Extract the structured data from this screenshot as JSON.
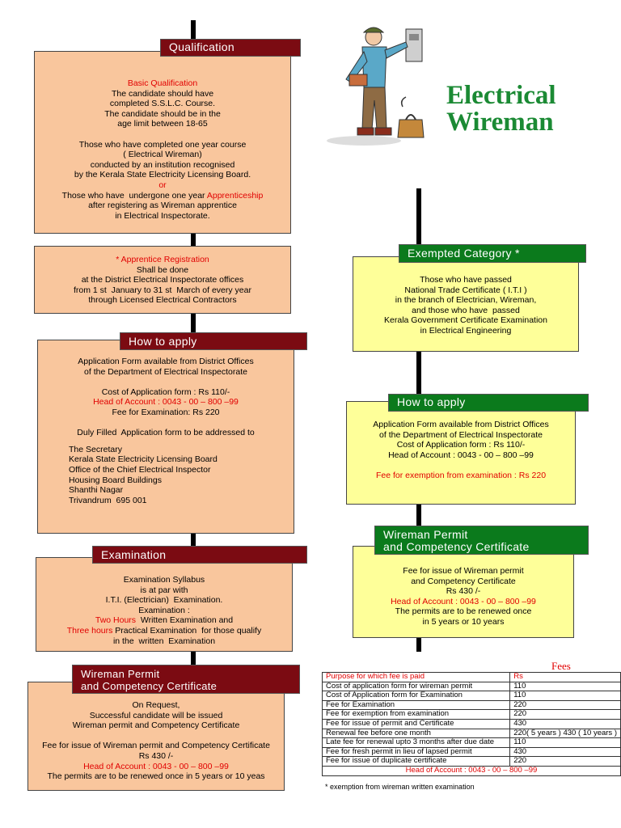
{
  "title": {
    "line1": "Electrical",
    "line2": "Wireman"
  },
  "illustration": {
    "icon": "electrician-wireman-icon"
  },
  "left": {
    "qualification": {
      "header": "Qualification",
      "lines": [
        {
          "t": "Basic Qualification",
          "red": true
        },
        {
          "t": "The candidate should have"
        },
        {
          "t": "completed S.S.L.C. Course."
        },
        {
          "t": "The candidate should be in the"
        },
        {
          "t": "age limit between 18-65"
        },
        {
          "t": ""
        },
        {
          "t": "Those who have completed one year course"
        },
        {
          "t": "( Electrical Wireman)"
        },
        {
          "t": "conducted by an institution recognised"
        },
        {
          "t": "by the Kerala State Electricity Licensing Board."
        },
        {
          "t": "or",
          "red": true
        },
        {
          "parts": [
            {
              "t": "Those who have  undergone one year "
            },
            {
              "t": "Apprenticeship",
              "red": true
            }
          ]
        },
        {
          "t": "after registering as Wireman apprentice"
        },
        {
          "t": "in Electrical Inspectorate."
        }
      ]
    },
    "apprentice": {
      "lines": [
        {
          "t": "* Apprentice Registration",
          "red": true
        },
        {
          "t": "Shall be done"
        },
        {
          "t": "at the District Electrical Inspectorate offices"
        },
        {
          "t": "from 1 st  January to 31 st  March of every year"
        },
        {
          "t": "through Licensed Electrical Contractors"
        }
      ]
    },
    "how_to_apply": {
      "header": "How to apply",
      "lines_center": [
        {
          "t": "Application Form available from District Offices"
        },
        {
          "t": "of the Department of Electrical Inspectorate"
        },
        {
          "t": ""
        },
        {
          "t": "Cost of Application form : Rs 110/-"
        },
        {
          "t": "Head of Account : 0043 - 00 – 800 –99",
          "red": true
        },
        {
          "t": "Fee for Examination: Rs 220"
        },
        {
          "t": ""
        },
        {
          "t": "Duly Filled  Application form to be addressed to"
        }
      ],
      "address": [
        "The Secretary",
        "Kerala State Electricity Licensing Board",
        "Office of the Chief Electrical Inspector",
        "Housing Board Buildings",
        "Shanthi Nagar",
        "Trivandrum  695 001"
      ]
    },
    "examination": {
      "header": "Examination",
      "lines": [
        {
          "t": "Examination Syllabus"
        },
        {
          "t": "is at par with"
        },
        {
          "t": "I.T.I. (Electrician)  Examination."
        },
        {
          "t": "Examination :"
        },
        {
          "parts": [
            {
              "t": "Two Hours",
              "red": true
            },
            {
              "t": "  Written Examination and"
            }
          ]
        },
        {
          "parts": [
            {
              "t": "Three hours",
              "red": true
            },
            {
              "t": " Practical Examination  for those qualify"
            }
          ]
        },
        {
          "t": "in the  written  Examination"
        }
      ]
    },
    "permit": {
      "header_line1": "Wireman Permit",
      "header_line2": "and Competency Certificate",
      "lines": [
        {
          "t": "On Request,"
        },
        {
          "t": "Successful candidate will be issued"
        },
        {
          "t": "Wireman permit and Competency Certificate"
        },
        {
          "t": ""
        },
        {
          "t": "Fee for issue of Wireman permit and Competency Certificate"
        },
        {
          "t": "Rs 430 /-"
        },
        {
          "t": "Head of Account : 0043 - 00 – 800 –99",
          "red": true
        },
        {
          "t": "The permits are to be renewed once in 5 years or 10 yeas"
        }
      ]
    }
  },
  "right": {
    "exempted": {
      "header": "Exempted Category *",
      "lines": [
        {
          "t": "Those who have passed"
        },
        {
          "t": "National Trade Certificate ( I.T.I )"
        },
        {
          "t": "in the branch of Electrician, Wireman,"
        },
        {
          "t": "and those who have  passed"
        },
        {
          "t": "Kerala Government Certificate Examination"
        },
        {
          "t": "in Electrical Engineering"
        }
      ]
    },
    "how_to_apply": {
      "header": "How to apply",
      "lines": [
        {
          "t": "Application Form available from District Offices"
        },
        {
          "t": "of the Department of Electrical Inspectorate"
        },
        {
          "t": "Cost of Application form : Rs 110/-"
        },
        {
          "t": "Head of Account : 0043 - 00 – 800 –99"
        },
        {
          "t": ""
        },
        {
          "t": "Fee for exemption from examination : Rs 220",
          "red": true
        }
      ]
    },
    "permit": {
      "header_line1": "Wireman Permit",
      "header_line2": "and Competency Certificate",
      "lines": [
        {
          "t": "Fee for issue of Wireman permit"
        },
        {
          "t": "and Competency Certificate"
        },
        {
          "t": "Rs 430 /-"
        },
        {
          "t": "Head of Account : 0043 - 00 – 800 –99",
          "red": true
        },
        {
          "t": "The permits are to be renewed once"
        },
        {
          "t": "in 5 years or 10 years"
        }
      ]
    }
  },
  "fees": {
    "title": "Fees",
    "header": [
      "Purpose for which fee is paid",
      "Rs"
    ],
    "rows": [
      [
        "Cost of application form for wireman permit",
        "110"
      ],
      [
        "Cost of Application form for Examination",
        "110"
      ],
      [
        "Fee for Examination",
        "220"
      ],
      [
        "Fee for exemption from examination",
        "220"
      ],
      [
        "Fee for issue of permit and Certificate",
        "430"
      ],
      [
        "Renewal fee before one month",
        "220( 5 years ) 430 ( 10 years )"
      ],
      [
        "Late fee for renewal upto 3 months after due date",
        "110"
      ],
      [
        "Fee for fresh permit in lieu of lapsed permit",
        "430"
      ],
      [
        "Fee for issue of duplicate certificate",
        "220"
      ]
    ],
    "footer": "Head of Account : 0043 - 00 – 800 –99",
    "footnote": "*  exemption from wireman written examination"
  }
}
